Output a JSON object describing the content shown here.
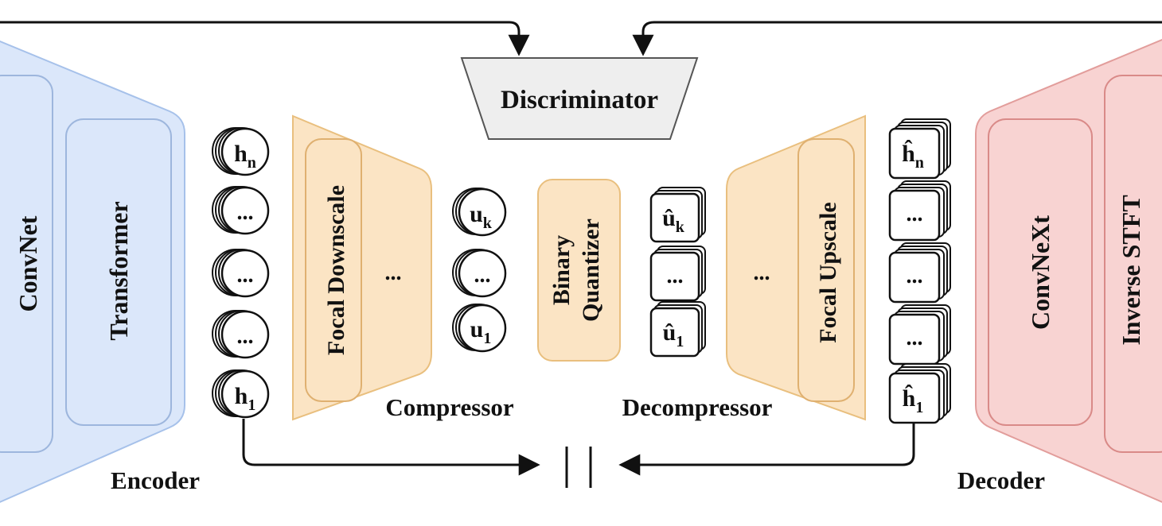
{
  "encoder": {
    "label": "Encoder",
    "convnet_label": "ConvNet",
    "transformer_label": "Transformer",
    "fill": "#dbe7fa",
    "stroke": "#a6c1ea"
  },
  "decoder": {
    "label": "Decoder",
    "convnext_label": "ConvNeXt",
    "istft_label": "Inverse STFT",
    "fill": "#f8d3d2",
    "stroke": "#e29d9b"
  },
  "compressor": {
    "label": "Compressor",
    "block_label": "Focal Downscale",
    "ellipsis": "...",
    "fill": "#fbe4c4",
    "stroke": "#e9bf7e"
  },
  "decompressor": {
    "label": "Decompressor",
    "block_label": "Focal Upscale",
    "ellipsis": "..."
  },
  "quantizer": {
    "line1": "Binary",
    "line2": "Quantizer"
  },
  "discriminator": {
    "label": "Discriminator",
    "fill": "#eeeeee",
    "stroke": "#555555"
  },
  "encoder_tokens": [
    "h_n",
    "...",
    "...",
    "...",
    "h_1"
  ],
  "compressed_tokens": [
    "u_k",
    "...",
    "u_1"
  ],
  "decompressed_tokens": [
    "û_k",
    "...",
    "û_1"
  ],
  "decoder_tokens": [
    "ĥ_n",
    "...",
    "...",
    "...",
    "ĥ_1"
  ],
  "comparison_symbol": "| |"
}
